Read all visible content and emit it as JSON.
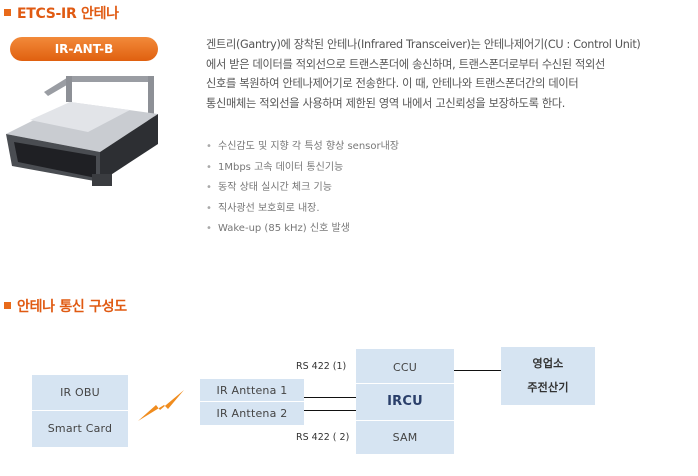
{
  "section1": {
    "title": "ETCS-IR 안테나"
  },
  "product": {
    "badge": "IR-ANT-B"
  },
  "description": [
    "겐트리(Gantry)에 장착된 안테나(Infrared Transceiver)는 안테나제어기(CU : Control Unit)",
    "에서 받은 데이터를 적외선으로 트랜스폰더에 송신하며, 트랜스폰더로부터 수신된 적외선",
    "신호를 복원하여 안테나제어기로 전송한다.  이 때, 안테나와 트랜스폰더간의 데이터",
    "통신매체는 적외선을 사용하며 제한된 영역 내에서 고신뢰성을 보장하도록 한다."
  ],
  "features": [
    "수신감도 및 지향 각 특성 향상 sensor내장",
    "1Mbps 고속 데이터 통신기능",
    "동작 상태 실시간 체크 기능",
    "직사광선 보호회로 내장.",
    "Wake-up (85 kHz) 신호 발생"
  ],
  "section2": {
    "title": "안테나 통신 구성도"
  },
  "diagram": {
    "obu": {
      "top": "IR OBU",
      "bottom": "Smart Card"
    },
    "antenna": {
      "a1": "IR Anttena   1",
      "a2": "IR Anttena   2"
    },
    "unit": {
      "top": "CCU",
      "mid": "IRCU",
      "bottom": "SAM"
    },
    "rs1": "RS 422 (1)",
    "rs2": "RS 422 ( 2)",
    "office": {
      "l1": "영업소",
      "l2": "주전산기"
    }
  },
  "colors": {
    "accent": "#e05a12",
    "box_fill": "#d6e4f2",
    "bolt": "#f08c1e"
  }
}
